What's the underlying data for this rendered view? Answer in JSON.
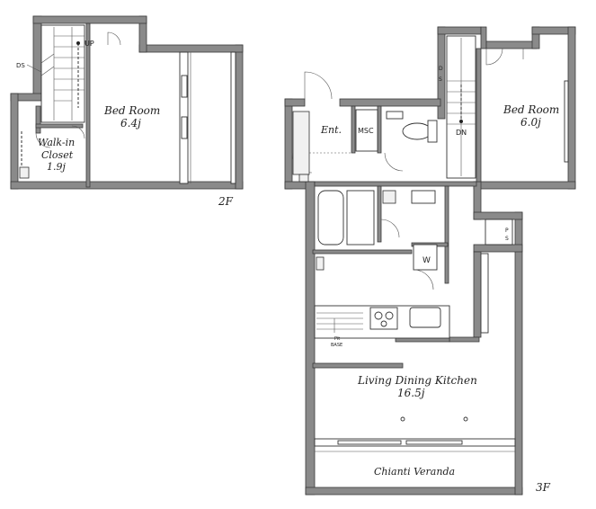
{
  "floor_2f": {
    "label": "2F",
    "rooms": {
      "bedroom": {
        "name": "Bed Room",
        "area": "6.4j"
      },
      "closet_line1": "Walk-in",
      "closet_line2": "Closet",
      "closet_area": "1.9j"
    },
    "stair_up": "UP",
    "ds": "DS"
  },
  "floor_3f": {
    "label": "3F",
    "rooms": {
      "entrance": "Ent.",
      "msc": "MSC",
      "bedroom": {
        "name": "Bed Room",
        "area": "6.0j"
      },
      "ldk": {
        "name": "Living Dining Kitchen",
        "area": "16.5j"
      },
      "veranda": "Chianti Veranda"
    },
    "stair_dn": "DN",
    "ds_a": "D",
    "ds_b": "S",
    "ps_a": "P",
    "ps_b": "S",
    "washer": "W",
    "pipe_base_line1": "Pit",
    "pipe_base_line2": "BASE"
  }
}
